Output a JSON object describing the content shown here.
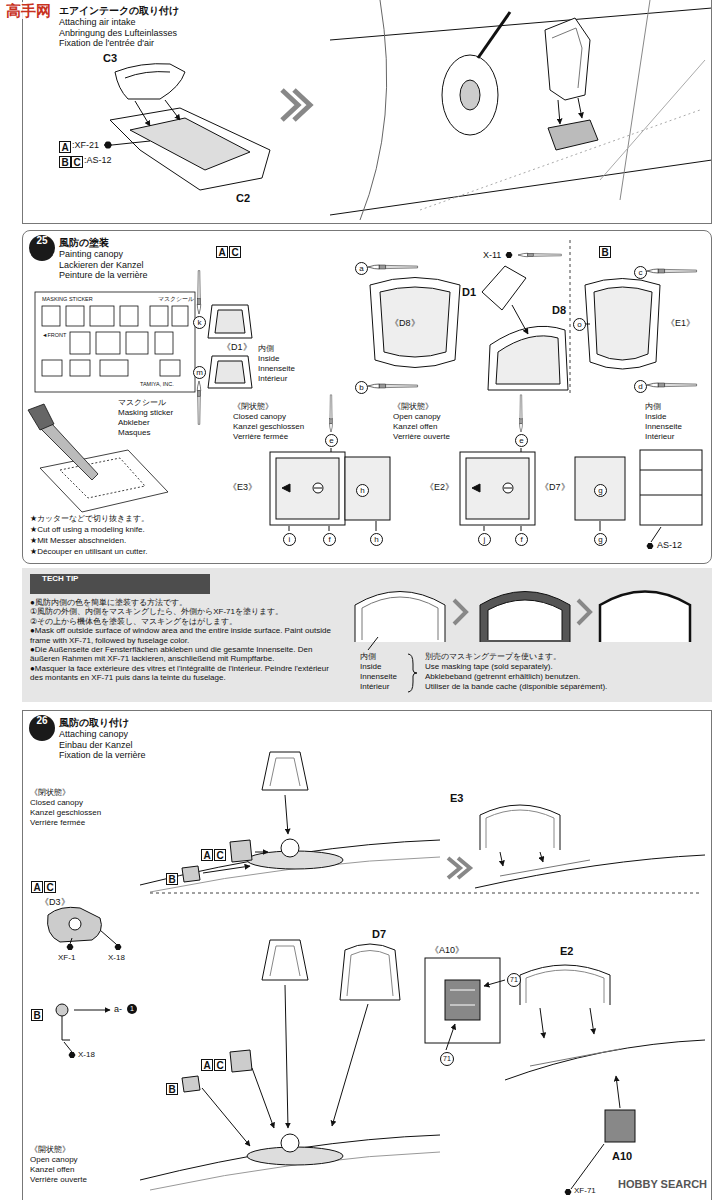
{
  "diagram": {
    "nodes": [
      {
        "text": [
          "エアインテークの取り付け",
          "Attaching air intake",
          "Anbringung des Lufteinlasses",
          "Fixation de l'entrée d'air"
        ]
      },
      {
        "text": [
          "A"
        ],
        "in": 0
      },
      {
        "text": [
          "B"
        ],
        "in": 0
      },
      {
        "text": [
          "C"
        ],
        "in": 0
      },
      {
        "text": [
          "風防の塗装",
          "Painting canopy",
          "Lackieren der Kanzel",
          "Peinture de la verrière"
        ]
      },
      {
        "text": [
          "25"
        ],
        "in": 4
      },
      {
        "text": [
          "A"
        ],
        "in": 4
      },
      {
        "text": [
          "C"
        ],
        "in": 4
      },
      {
        "text": [
          "B"
        ],
        "in": 4
      },
      {
        "text": [
          "●風防内側の色を簡単に塗装する方法です。",
          "①風防の外側、内側をマスキングしたら、外側からXF-71を塗ります。",
          "②その上から機体色を塗装し、マスキングをはがします。",
          "●Mask off outside surface of window area and the entire inside surface. Paint outside frame with XF-71, followed by fuselage color.",
          "●Die Außenseite der Fensterflächen abkleben und die gesamte Innenseite. Den äußeren Rahmen mit XF-71 lackieren, anschließend mit Rumpffarbe.",
          "●Masquer la face extérieure des vitres et l'intégralité de l'intérieur. Peindre l'extérieur des montants en XF-71 puis dans la teinte du fuselage."
        ]
      },
      {
        "text": [
          "TECH TIP"
        ],
        "in": 9
      },
      {
        "text": [
          "風防の取り付け",
          "Attaching canopy",
          "Einbau der Kanzel",
          "Fixation de la verrière"
        ]
      },
      {
        "text": [
          "26"
        ],
        "in": 11
      },
      {
        "text": [
          "A"
        ],
        "in": 11
      },
      {
        "text": [
          "C"
        ],
        "in": 11
      },
      {
        "text": [
          "B"
        ],
        "in": 11
      },
      {
        "text": [
          "A"
        ],
        "in": 11
      },
      {
        "text": [
          "C"
        ],
        "in": 11
      },
      {
        "text": [
          "B"
        ],
        "in": 11
      },
      {
        "text": [
          "A"
        ],
        "in": 11
      },
      {
        "text": [
          "C"
        ],
        "in": 11
      },
      {
        "text": [
          "B"
        ],
        "in": 11
      }
    ],
    "labels": [
      "高手网",
      "C3",
      ":XF-21",
      ":AS-12",
      "C2",
      "k",
      "《D1》",
      "m",
      "内側",
      "Inside",
      "Innenseite",
      "Intérieur",
      "a",
      "《D8》",
      "b",
      "X-11",
      "D1",
      "D8",
      "c",
      "o",
      "《E1》",
      "d",
      "MASKING STICKER",
      "マスクシール",
      "◄FRONT",
      "TAMIYA, INC.",
      "マスクシール",
      "Masking sticker",
      "Abkleber",
      "Masques",
      "★カッターなどで切り抜きます。",
      "★Cut off using a modeling knife.",
      "★Mit Messer abschneiden.",
      "★Découper en utilisant un cutter.",
      "《閉状態》",
      "Closed canopy",
      "Kanzel geschlossen",
      "Verrière fermée",
      "《E3》",
      "e",
      "i",
      "f",
      "h",
      "h",
      "《開状態》",
      "Open canopy",
      "Kanzel offen",
      "Verrière ouverte",
      "《E2》",
      "e",
      "j",
      "f",
      "《D7》",
      "g",
      "g",
      "内側",
      "Inside",
      "Innenseite",
      "Intérieur",
      "AS-12",
      "内側",
      "Inside",
      "Innenseite",
      "Intérieur",
      "別売のマスキングテープを使います。",
      "Use masking tape (sold separately).",
      "Abklebeband (getrennt erhältlich) benutzen.",
      "Utiliser de la bande cache (disponible séparément).",
      "《閉状態》",
      "Closed canopy",
      "Kanzel geschlossen",
      "Verrière fermée",
      "E3",
      "《D3》",
      "XF-1",
      "X-18",
      "a-",
      "1",
      "X-18",
      "D7",
      "《A10》",
      "71",
      "71",
      "E2",
      "A10",
      "XF-71",
      "《開状態》",
      "Open canopy",
      "Kanzel offen",
      "Verrière ouverte",
      "HOBBY SEARCH"
    ]
  }
}
